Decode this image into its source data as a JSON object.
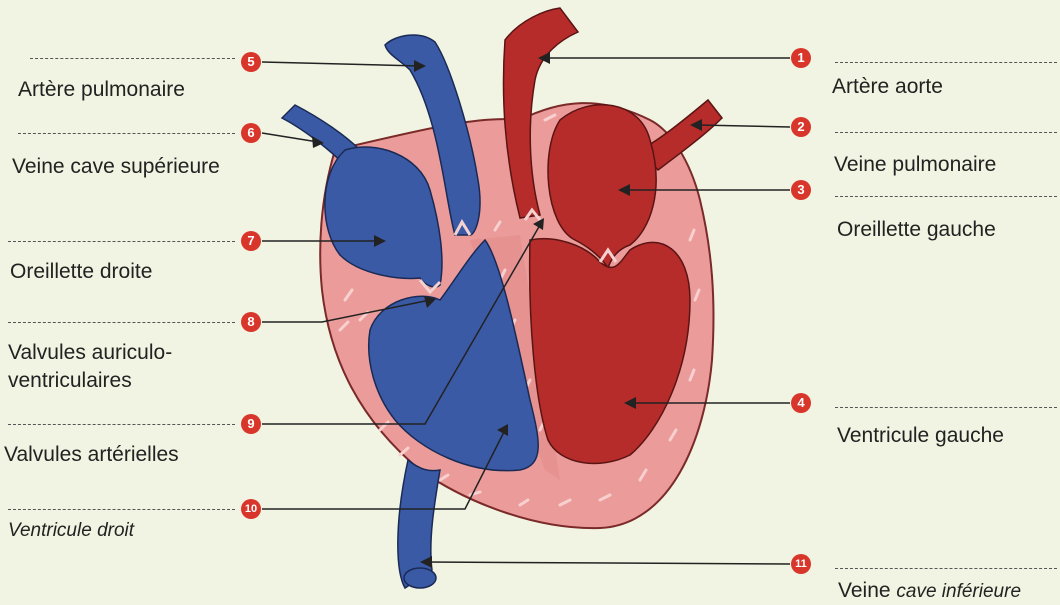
{
  "colors": {
    "oxygen_poor": "#3b5aa6",
    "oxygen_rich": "#b52c2a",
    "muscle": "#eb9c9a",
    "muscle_dark": "#d98684"
  },
  "labels": {
    "l1": "Artère aorte",
    "l2": "Veine pulmonaire",
    "l3": "Oreillette gauche",
    "l4": "Ventricule gauche",
    "l5": "Artère pulmonaire",
    "l6": "Veine cave supérieure",
    "l7": "Oreillette droite",
    "l8a": "Valvules auriculo-",
    "l8b": "ventriculaires",
    "l9": "Valvules artérielles",
    "l10": "Ventricule droit",
    "l11a": "Veine ",
    "l11b": "cave inférieure"
  },
  "numbers": [
    "1",
    "2",
    "3",
    "4",
    "5",
    "6",
    "7",
    "8",
    "9",
    "10",
    "11"
  ]
}
